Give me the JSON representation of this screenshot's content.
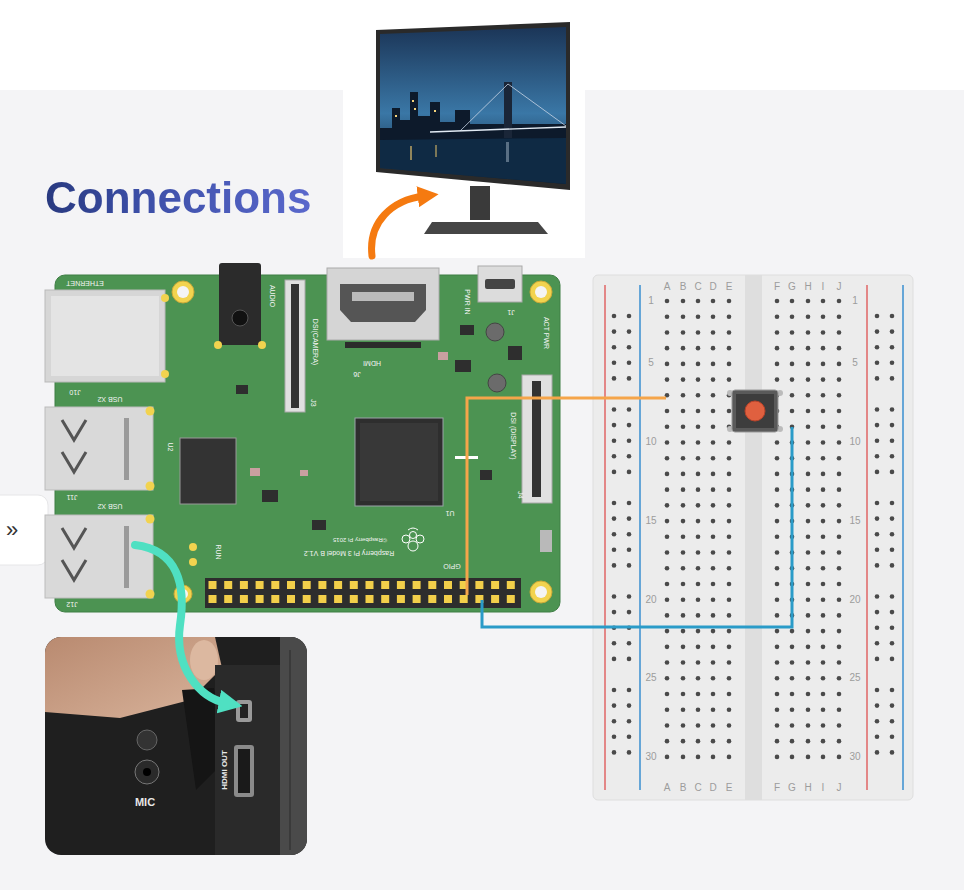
{
  "diagram": {
    "title": "Connections",
    "labels": [
      "»",
      "ETHERNET",
      "J10",
      "USB X2",
      "U2",
      "J11",
      "USB X2",
      "J12",
      "AUDIO",
      "DSI(CAMERA)",
      "J3",
      "HDMI",
      "J6",
      "PWR IN",
      "J1",
      "ACT PWR",
      "DSI (DISPLAY)",
      "J4",
      "U1",
      "RUN",
      "Raspberry Pi 3 Model B V1.2",
      "©Raspberry Pi 2015",
      "GPIO",
      "MIC",
      "HDMI OUT",
      "A",
      "B",
      "C",
      "D",
      "E",
      "F",
      "G",
      "H",
      "I",
      "J",
      "1",
      "5",
      "10",
      "15",
      "20",
      "25",
      "30",
      "1",
      "5",
      "10",
      "15",
      "20",
      "25",
      "30",
      "A",
      "B",
      "C",
      "D",
      "E",
      "F",
      "G",
      "H",
      "I",
      "J"
    ]
  }
}
